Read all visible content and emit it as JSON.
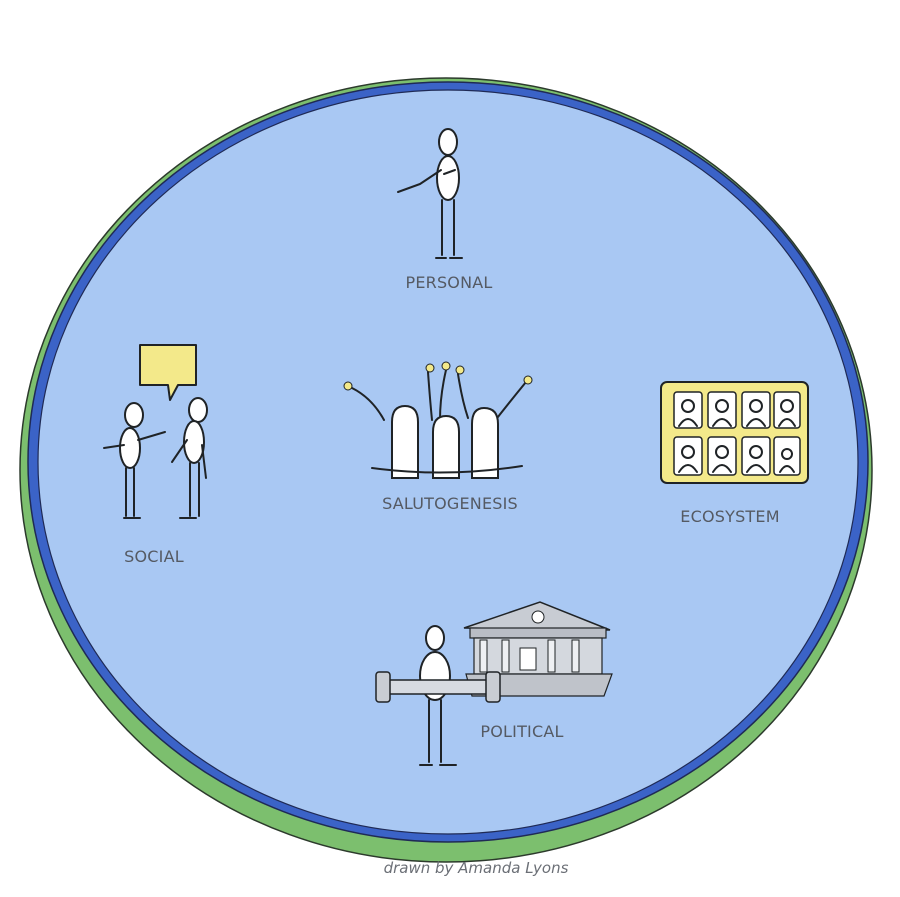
{
  "labels": {
    "personal": "PERSONAL",
    "social": "SOCIAL",
    "salutogenesis": "SALUTOGENESIS",
    "ecosystem": "ECOSYSTEM",
    "political": "POLITICAL"
  },
  "credit": "drawn by Amanda Lyons",
  "colors": {
    "outer_ring_green": "#7cbf6e",
    "inner_ring_blue": "#3b63c7",
    "circle_fill": "#a9c8f3",
    "accent_yellow": "#f3e98a",
    "label_text": "#555a63"
  }
}
